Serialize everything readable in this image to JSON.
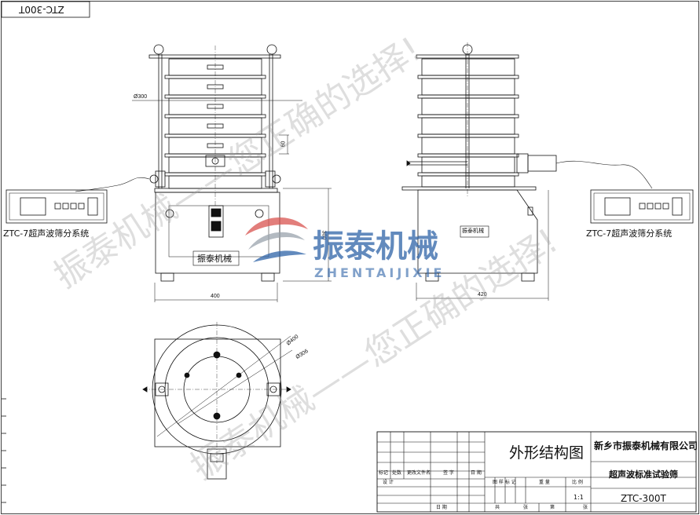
{
  "drawing": {
    "corner_code": "ZTC-300T",
    "controller_label_left": "ZTC-7超声波筛分系统",
    "controller_label_right": "ZTC-7超声波筛分系统",
    "nameplate_front": "振泰机械",
    "nameplate_side": "振泰机械",
    "dims": {
      "d300": "Ø300",
      "h60": "60",
      "h300": "300",
      "w400": "400",
      "w420": "420",
      "d400": "Ø400",
      "d306": "Ø306"
    }
  },
  "logo": {
    "cn": "振泰机械",
    "en": "ZHENTAIJIXIE",
    "colors": {
      "red": "#d9534f",
      "blue": "#2e63a8",
      "grey": "#9aa3ad"
    }
  },
  "watermark": {
    "text": "振泰机械——您正确的选择!"
  },
  "title_block": {
    "drawing_name": "外形结构图",
    "company": "新乡市振泰机械有限公司",
    "product": "超声波标准试验筛",
    "model": "ZTC-300T",
    "scale": "1:1",
    "labels": {
      "mark": "标记",
      "count": "处数",
      "change_doc": "更改文件名",
      "sign": "签 字",
      "date": "日 期",
      "design": "设 计",
      "date2": "日 期",
      "stage_mark": "图 样 标 记",
      "weight": "重 量",
      "ratio": "比 例",
      "total": "共",
      "sheet": "张",
      "page": "第",
      "sheet2": "张"
    }
  }
}
